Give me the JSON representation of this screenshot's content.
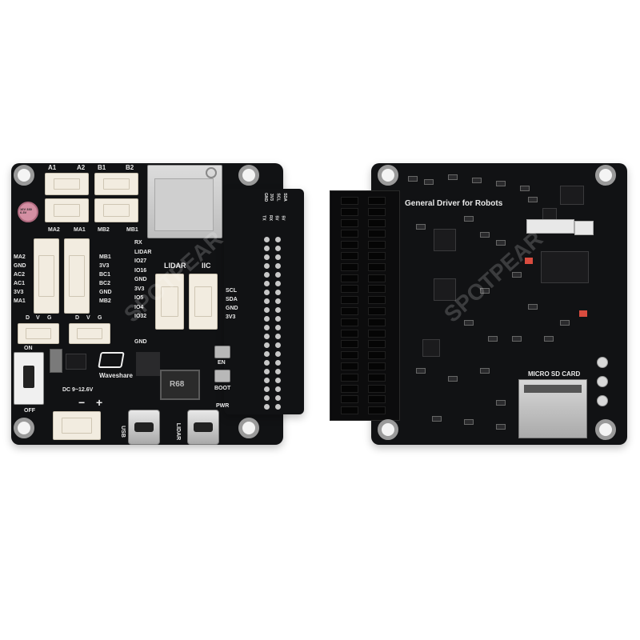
{
  "left_board": {
    "motor_labels_top": [
      "A1",
      "A2",
      "B1",
      "B2"
    ],
    "motor_labels_bottom": [
      "MA2",
      "MA1",
      "MB2",
      "MB1"
    ],
    "left_pins": [
      "MA2",
      "GND",
      "AC2",
      "AC1",
      "3V3",
      "MA1"
    ],
    "right_pins": [
      "MB1",
      "3V3",
      "BC1",
      "BC2",
      "GND",
      "MB2"
    ],
    "io_pins": [
      "RX",
      "LIDAR",
      "IO27",
      "IO16",
      "GND",
      "3V3",
      "IO5",
      "IO4",
      "IO32"
    ],
    "header_labels": [
      "GND",
      "3V3",
      "SCL",
      "SDA",
      "TX",
      "RX",
      "5V",
      "5V"
    ],
    "lidar_label": "LIDAR",
    "iic_label": "IIC",
    "iic_pins": [
      "SCL",
      "SDA",
      "GND",
      "3V3"
    ],
    "dvg_left": [
      "D",
      "V",
      "G"
    ],
    "dvg_right": [
      "D",
      "V",
      "G"
    ],
    "switch_on": "ON",
    "switch_off": "OFF",
    "dc_label": "DC 9~12.6V",
    "minus": "−",
    "plus": "+",
    "brand": "Waveshare",
    "en_label": "EN",
    "boot_label": "BOOT",
    "pwr_label": "PWR",
    "usb_label": "USB",
    "lidar_port_label": "LIDAR",
    "inductor_text": "R68",
    "cap_text": "16V 330 6.3V",
    "gnd_label": "GND"
  },
  "right_board": {
    "title": "General Driver for Robots",
    "sd_label": "MICRO SD CARD"
  },
  "watermark": "SPOTPEAR",
  "colors": {
    "board": "#111214",
    "connector": "#f2ece0",
    "silkscreen": "#e9e9e9"
  }
}
